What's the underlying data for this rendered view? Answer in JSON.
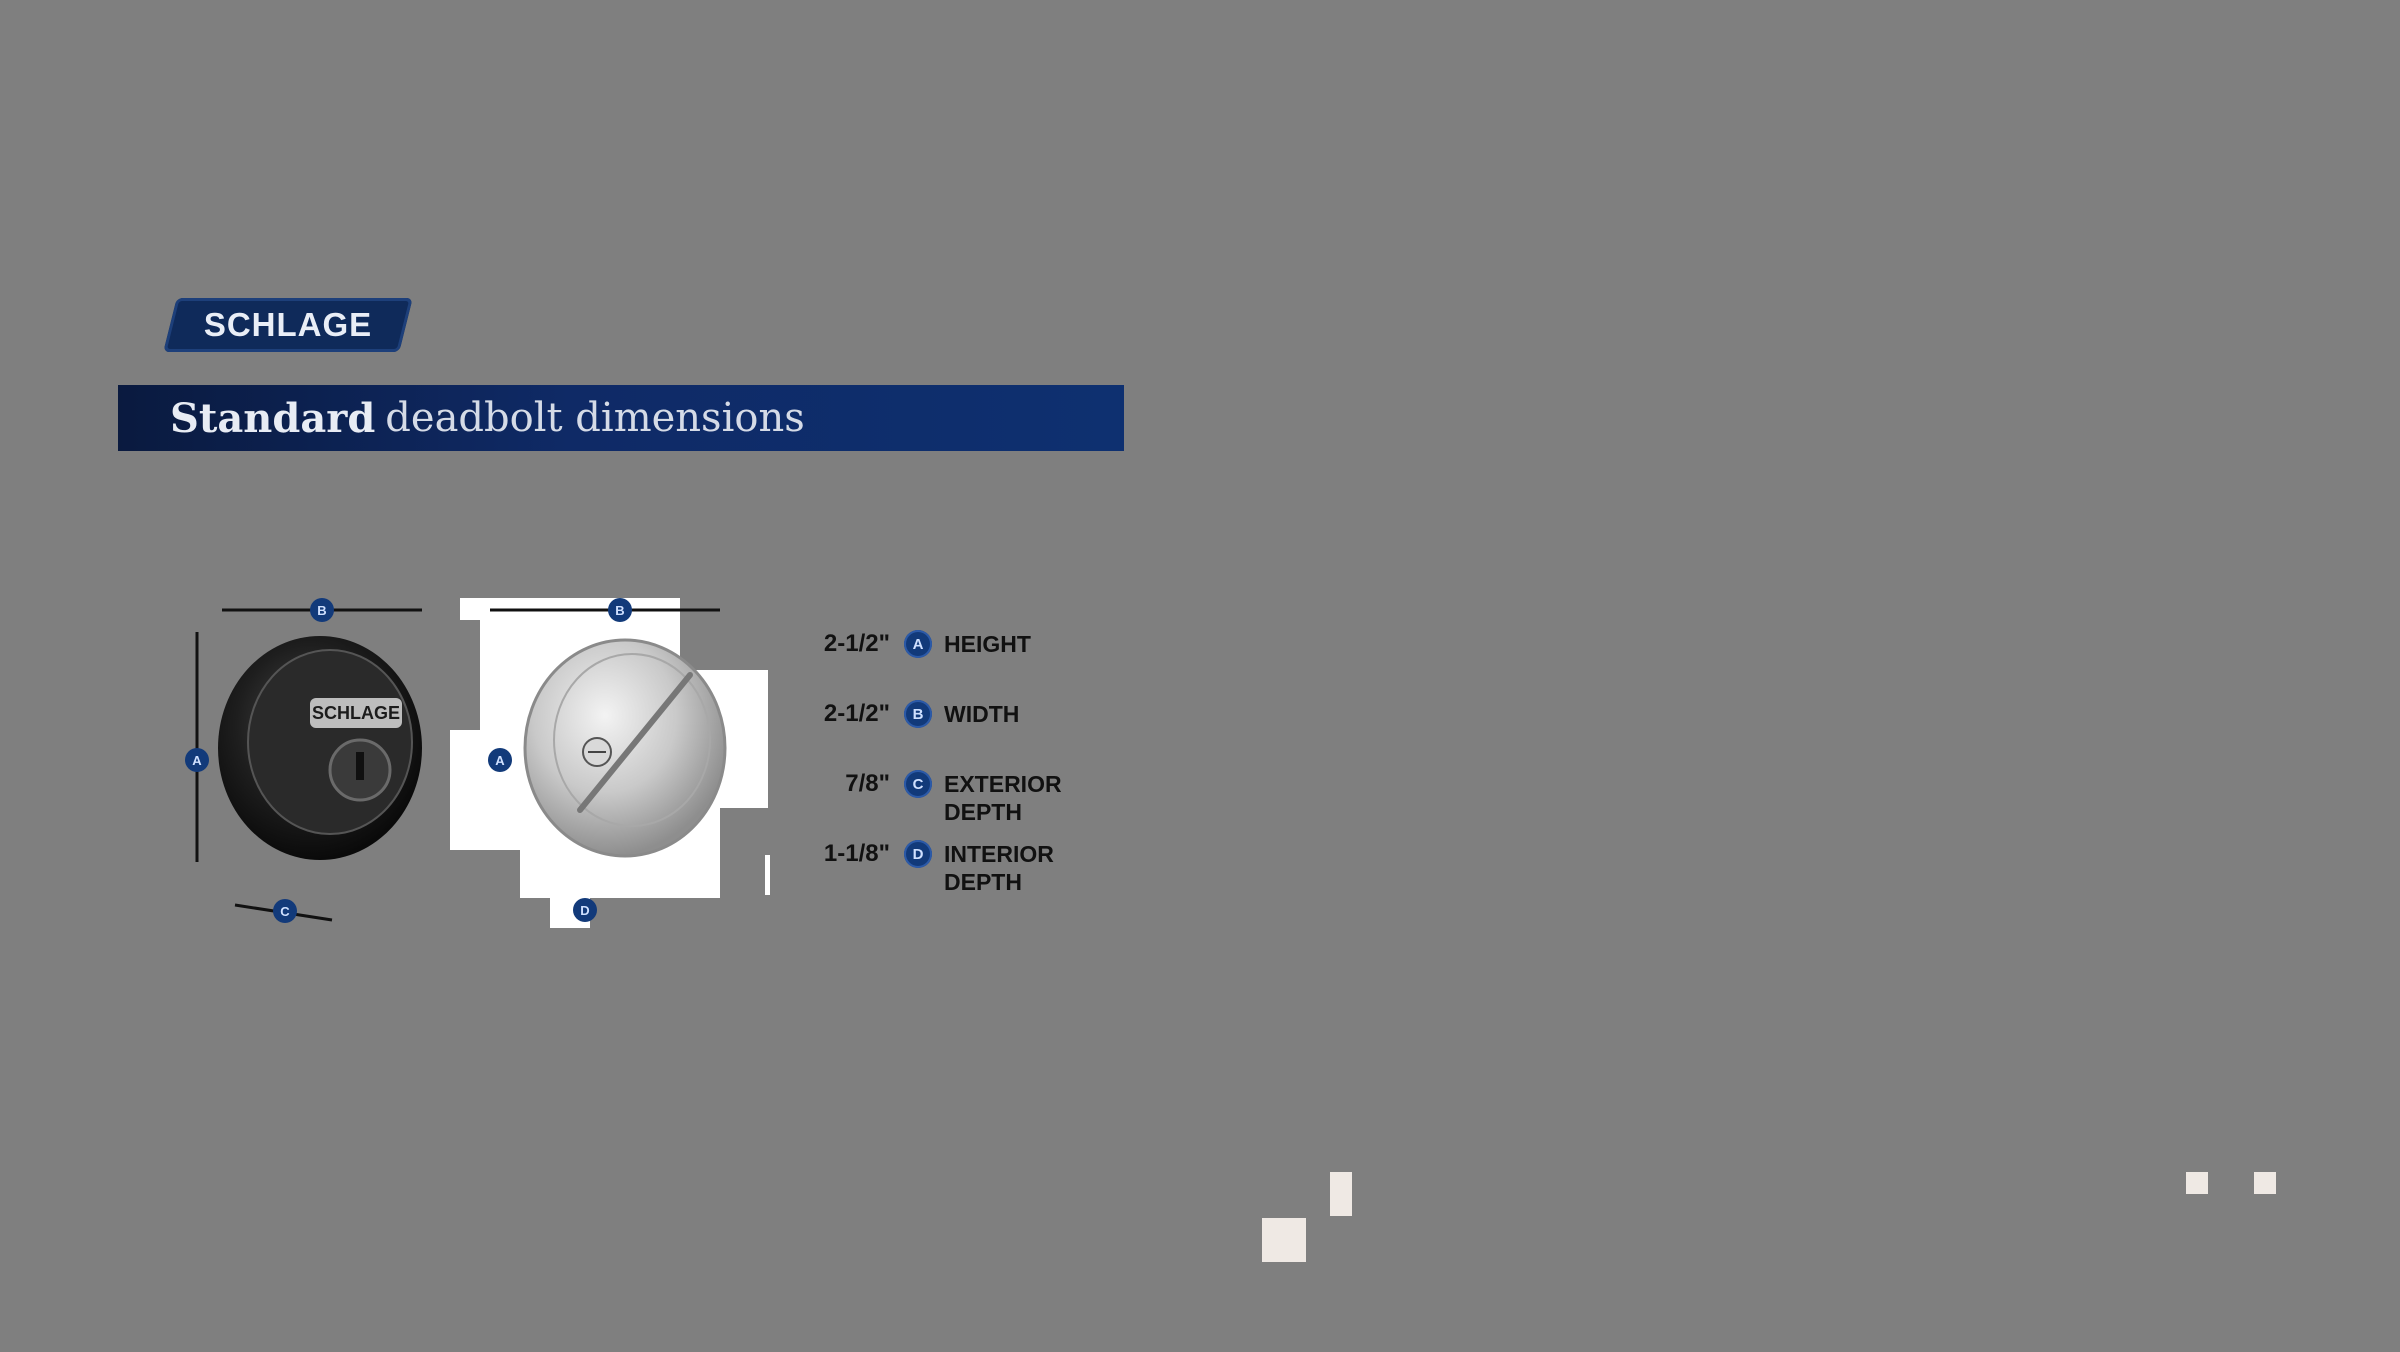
{
  "logo": {
    "text": "SCHLAGE"
  },
  "banner": {
    "title_bold": "Standard",
    "title_rest": "deadbolt dimensions"
  },
  "diagram": {
    "left_labels": {
      "a": "A",
      "b": "B",
      "c": "C"
    },
    "right_labels": {
      "a": "A",
      "b": "B",
      "d": "D"
    },
    "cylinder_text": "SCHLAGE"
  },
  "specs": [
    {
      "value": "2-1/2\"",
      "letter": "A",
      "label": "HEIGHT"
    },
    {
      "value": "2-1/2\"",
      "letter": "B",
      "label": "WIDTH"
    },
    {
      "value": "7/8\"",
      "letter": "C",
      "label": "EXTERIOR DEPTH"
    },
    {
      "value": "1-1/8\"",
      "letter": "D",
      "label": "INTERIOR DEPTH"
    }
  ],
  "colors": {
    "background": "#7f7f7f",
    "navy": "#0f2a5a",
    "badge": "#123a7a"
  }
}
